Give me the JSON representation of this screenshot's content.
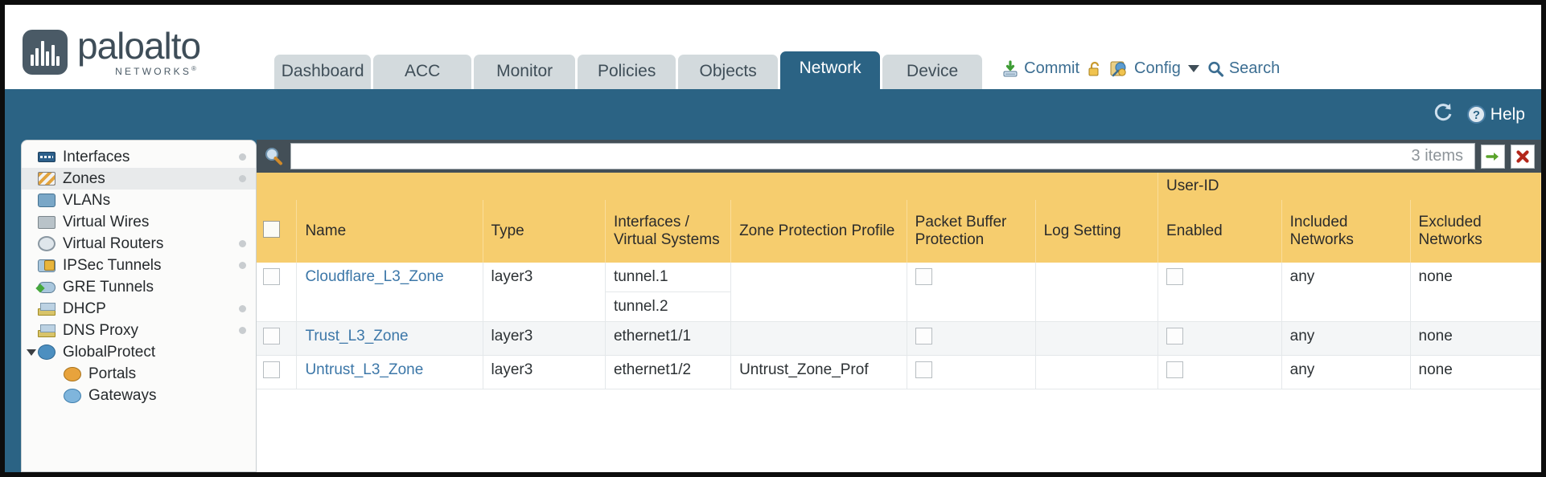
{
  "brand": {
    "name": "paloalto",
    "sub": "NETWORKS",
    "sup": "®"
  },
  "nav": {
    "tabs": [
      {
        "label": "Dashboard",
        "active": false
      },
      {
        "label": "ACC",
        "active": false
      },
      {
        "label": "Monitor",
        "active": false
      },
      {
        "label": "Policies",
        "active": false
      },
      {
        "label": "Objects",
        "active": false
      },
      {
        "label": "Network",
        "active": true
      },
      {
        "label": "Device",
        "active": false
      }
    ]
  },
  "utility": {
    "commit": "Commit",
    "config": "Config",
    "search": "Search",
    "help": "Help"
  },
  "sidebar": {
    "items": [
      {
        "label": "Interfaces",
        "icon": "interfaces-icon",
        "selected": false,
        "dot": true,
        "indent": false,
        "triangle": false
      },
      {
        "label": "Zones",
        "icon": "zones-icon",
        "selected": true,
        "dot": true,
        "indent": false,
        "triangle": false
      },
      {
        "label": "VLANs",
        "icon": "vlans-icon",
        "selected": false,
        "dot": false,
        "indent": false,
        "triangle": false
      },
      {
        "label": "Virtual Wires",
        "icon": "virtual-wires-icon",
        "selected": false,
        "dot": false,
        "indent": false,
        "triangle": false
      },
      {
        "label": "Virtual Routers",
        "icon": "virtual-routers-icon",
        "selected": false,
        "dot": true,
        "indent": false,
        "triangle": false
      },
      {
        "label": "IPSec Tunnels",
        "icon": "ipsec-tunnels-icon",
        "selected": false,
        "dot": true,
        "indent": false,
        "triangle": false
      },
      {
        "label": "GRE Tunnels",
        "icon": "gre-tunnels-icon",
        "selected": false,
        "dot": false,
        "indent": false,
        "triangle": false
      },
      {
        "label": "DHCP",
        "icon": "dhcp-icon",
        "selected": false,
        "dot": true,
        "indent": false,
        "triangle": false
      },
      {
        "label": "DNS Proxy",
        "icon": "dns-proxy-icon",
        "selected": false,
        "dot": true,
        "indent": false,
        "triangle": false
      },
      {
        "label": "GlobalProtect",
        "icon": "globalprotect-icon",
        "selected": false,
        "dot": false,
        "indent": false,
        "triangle": true
      },
      {
        "label": "Portals",
        "icon": "portals-icon",
        "selected": false,
        "dot": false,
        "indent": true,
        "triangle": false
      },
      {
        "label": "Gateways",
        "icon": "gateways-icon",
        "selected": false,
        "dot": false,
        "indent": true,
        "triangle": false
      }
    ]
  },
  "search_bar": {
    "value": "",
    "placeholder": "",
    "items_count": "3 items",
    "apply_icon": "arrow-right-icon",
    "clear_icon": "close-x-icon"
  },
  "table": {
    "group_header": "User-ID",
    "columns": [
      "Name",
      "Type",
      "Interfaces / Virtual Systems",
      "Zone Protection Profile",
      "Packet Buffer Protection",
      "Log Setting",
      "Enabled",
      "Included Networks",
      "Excluded Networks"
    ],
    "rows": [
      {
        "name": "Cloudflare_L3_Zone",
        "type": "layer3",
        "interfaces": [
          "tunnel.1",
          "tunnel.2"
        ],
        "zone_protection_profile": "",
        "packet_buffer_protection": false,
        "log_setting": "",
        "userid_enabled": false,
        "included_networks": "any",
        "excluded_networks": "none"
      },
      {
        "name": "Trust_L3_Zone",
        "type": "layer3",
        "interfaces": [
          "ethernet1/1"
        ],
        "zone_protection_profile": "",
        "packet_buffer_protection": false,
        "log_setting": "",
        "userid_enabled": false,
        "included_networks": "any",
        "excluded_networks": "none"
      },
      {
        "name": "Untrust_L3_Zone",
        "type": "layer3",
        "interfaces": [
          "ethernet1/2"
        ],
        "zone_protection_profile": "Untrust_Zone_Prof",
        "packet_buffer_protection": false,
        "log_setting": "",
        "userid_enabled": false,
        "included_networks": "any",
        "excluded_networks": "none"
      }
    ]
  },
  "colors": {
    "brand_blue": "#2b6384",
    "header_amber": "#f6cd6e",
    "group_amber": "#e5ad3a",
    "link_blue": "#3c77a8",
    "toolbar_dark": "#434f57"
  }
}
